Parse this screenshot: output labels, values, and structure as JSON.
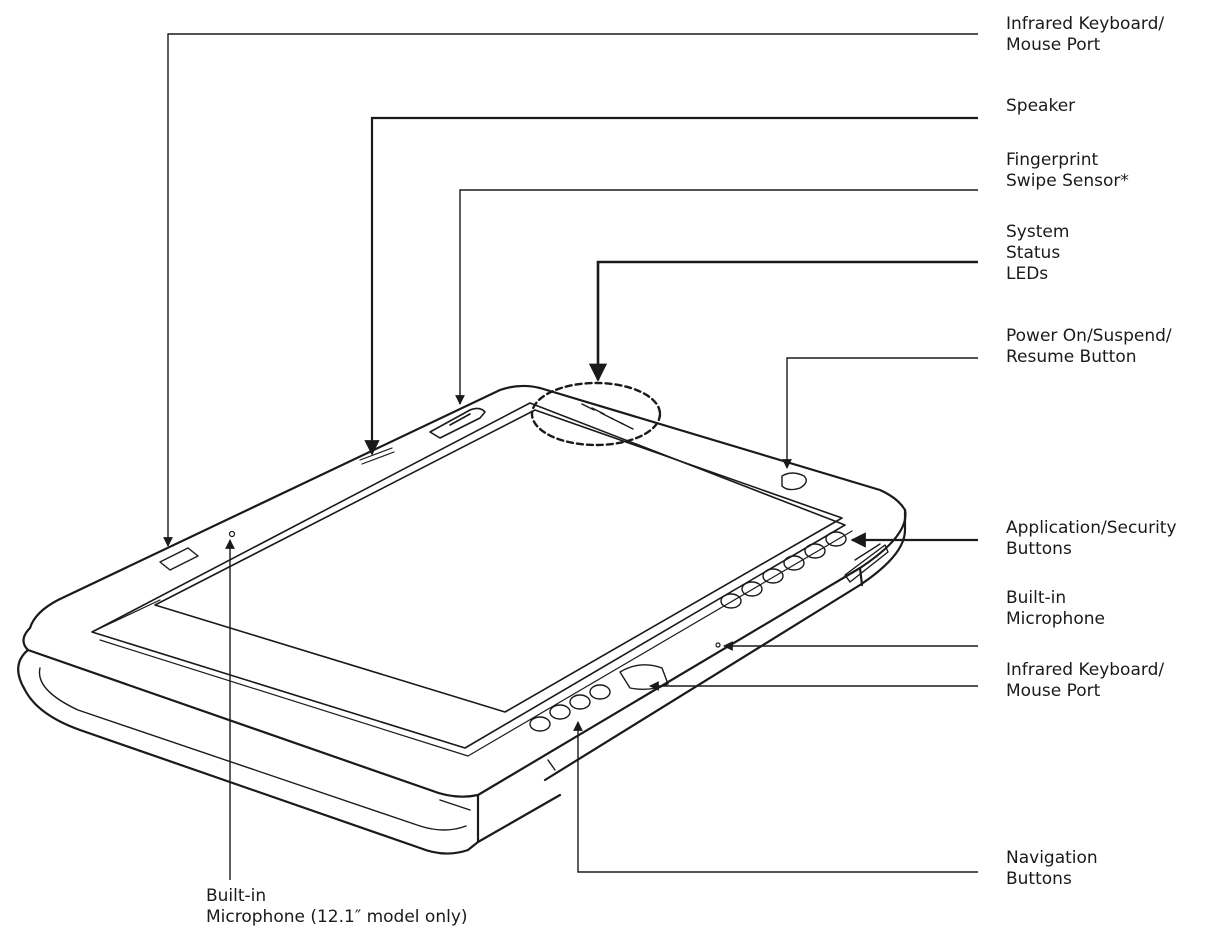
{
  "callouts": {
    "ir_port_top": "Infrared Keyboard/\nMouse Port",
    "speaker": "Speaker",
    "fingerprint": "Fingerprint\nSwipe Sensor*",
    "status_leds": "System\nStatus\nLEDs",
    "power_button": "Power On/Suspend/\nResume Button",
    "app_security": "Application/Security\nButtons",
    "mic_right": "Built-in\nMicrophone",
    "ir_port_right": "Infrared Keyboard/\nMouse Port",
    "nav_buttons": "Navigation\nButtons",
    "mic_bottom": "Built-in\nMicrophone (12.1″ model only)"
  },
  "colors": {
    "ink": "#1a1a1a",
    "paper": "#ffffff"
  }
}
